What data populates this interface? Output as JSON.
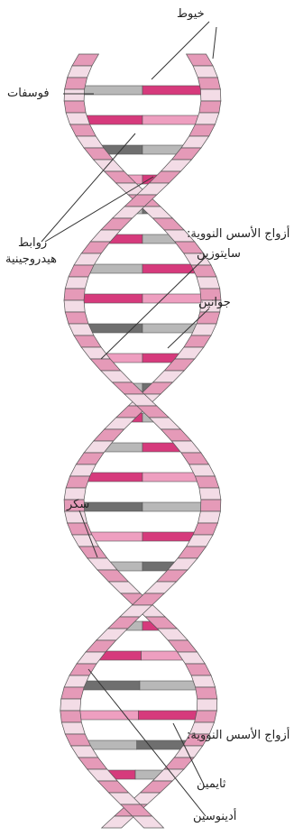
{
  "labels": {
    "strands": "خيوط",
    "phosphate": "فوسفات",
    "hydrogen_bonds_line1": "روابط",
    "hydrogen_bonds_line2": "هيدروجينية",
    "base_pairs_top": "أزواج الأسس النووية:",
    "cytosine": "سايتوزين",
    "guanine": "جوانين",
    "sugar": "سكر",
    "base_pairs_bottom": "أزواج الأسس النووية:",
    "thymine": "ثايمين",
    "adenine": "أدينوسين"
  },
  "colors": {
    "strand_light": "#f3dce6",
    "strand_band": "#e59ab8",
    "strand_outline": "#555555",
    "magenta_base": "#d63a7c",
    "pink_base": "#ee9fc0",
    "dark_gray_base": "#6f6f6f",
    "light_gray_base": "#b8b8b8"
  }
}
